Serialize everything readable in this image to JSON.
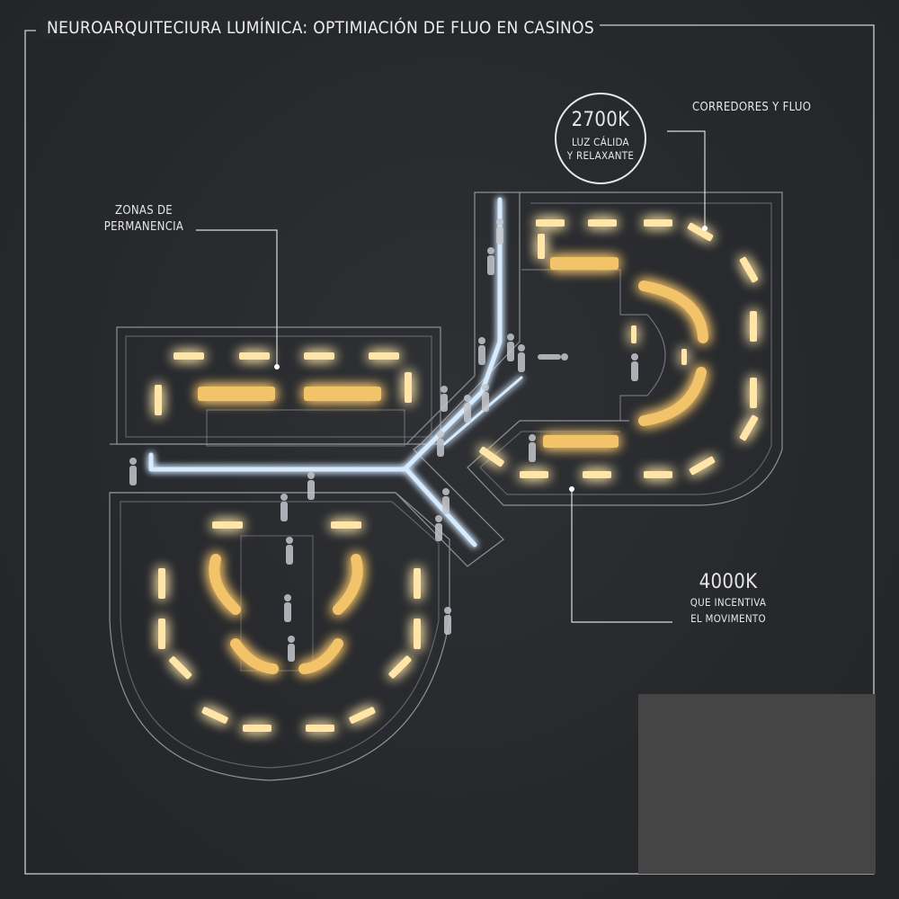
{
  "title": "NEUROARQUITECIURA LUMÍNICA: OPTIMIACIÓN DE FLUO EN CASINOS",
  "warm_zone": {
    "temperature": "2700K",
    "description_line1": "LUZ CÁLIDA",
    "description_line2": "Y RELAXANTE"
  },
  "corridors_label": "CORREDORES Y FLUO",
  "stay_zones_label_line1": "ZONAS DE",
  "stay_zones_label_line2": "PERMANENCIA",
  "cool_zone": {
    "temperature": "4000K",
    "description_line1": "QUE INCENTIVA",
    "description_line2": "EL MOVIMENTO"
  },
  "colors": {
    "background": "#26282c",
    "wall_lines": "#8a8d93",
    "warm_light": "#ffcf6a",
    "cool_light": "#cfe6ff",
    "people": "#bfc3c9",
    "label_text": "#e6e6e6",
    "blank_panel": "#454545"
  }
}
